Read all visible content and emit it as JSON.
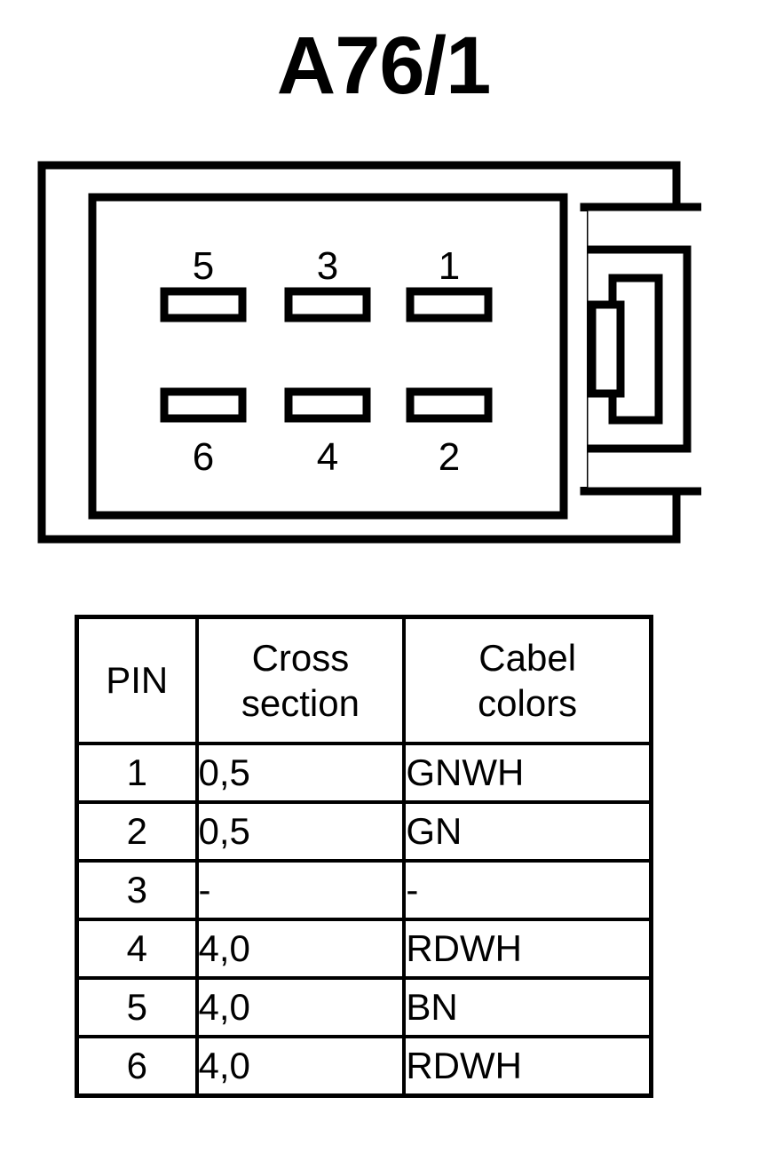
{
  "title": "A76/1",
  "connector": {
    "name": "6-way connector face view",
    "pins_top_row": [
      "5",
      "3",
      "1"
    ],
    "pins_bottom_row": [
      "6",
      "4",
      "2"
    ],
    "outline_color": "#000000",
    "fill_color": "#ffffff"
  },
  "table": {
    "headers": {
      "pin": "PIN",
      "cross_section_line1": "Cross",
      "cross_section_line2": "section",
      "cabel_colors_line1": "Cabel",
      "cabel_colors_line2": "colors"
    },
    "rows": [
      {
        "pin": "1",
        "cross_section": "0,5",
        "cabel_colors": "GNWH"
      },
      {
        "pin": "2",
        "cross_section": "0,5",
        "cabel_colors": "GN"
      },
      {
        "pin": "3",
        "cross_section": "-",
        "cabel_colors": "-"
      },
      {
        "pin": "4",
        "cross_section": "4,0",
        "cabel_colors": "RDWH"
      },
      {
        "pin": "5",
        "cross_section": "4,0",
        "cabel_colors": "BN"
      },
      {
        "pin": "6",
        "cross_section": "4,0",
        "cabel_colors": "RDWH"
      }
    ]
  }
}
